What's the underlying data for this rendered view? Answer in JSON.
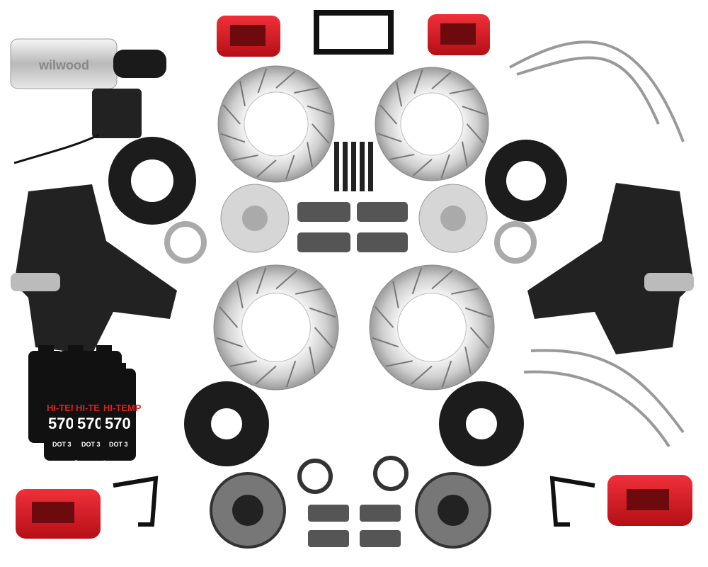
{
  "product": {
    "brand_logo": "wilwood",
    "fluid_label_line1": "HI-TEMP",
    "fluid_label_line2": "570",
    "fluid_badge": "DOT 3"
  },
  "colors": {
    "background": "#ffffff",
    "caliper_red": "#d8141c",
    "rotor_steel": "#c9c9c9",
    "anodized_black": "#1c1c1c",
    "hub_aluminum": "#d6d6d6",
    "bottle_black": "#111111",
    "label_red": "#e0201e"
  }
}
